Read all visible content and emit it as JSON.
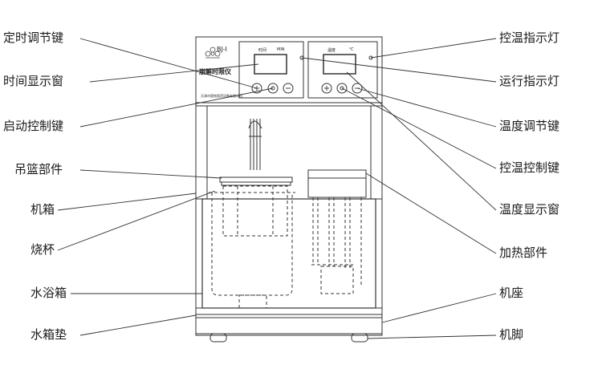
{
  "device": {
    "model": "BJ-I",
    "name": "崩解时限仪",
    "maker": "天津市国铭医药设备有限公司",
    "left_display_caption": "时间",
    "left_display_unit": "MIN",
    "right_display_caption": "温度",
    "right_display_unit": "℃"
  },
  "labels_left": [
    {
      "id": "timer-adjust-key",
      "text": "定时调节键"
    },
    {
      "id": "time-display-window",
      "text": "时间显示窗"
    },
    {
      "id": "start-control-key",
      "text": "启动控制键"
    },
    {
      "id": "basket-assembly",
      "text": "吊篮部件"
    },
    {
      "id": "cabinet",
      "text": "机箱"
    },
    {
      "id": "beaker",
      "text": "烧杯"
    },
    {
      "id": "water-bath",
      "text": "水浴箱"
    },
    {
      "id": "tank-pad",
      "text": "水箱垫"
    }
  ],
  "labels_right": [
    {
      "id": "temp-control-indicator",
      "text": "控温指示灯"
    },
    {
      "id": "run-indicator",
      "text": "运行指示灯"
    },
    {
      "id": "temp-adjust-key",
      "text": "温度调节键"
    },
    {
      "id": "temp-control-key",
      "text": "控温控制键"
    },
    {
      "id": "temp-display-window",
      "text": "温度显示窗"
    },
    {
      "id": "heating-assembly",
      "text": "加热部件"
    },
    {
      "id": "base",
      "text": "机座"
    },
    {
      "id": "feet",
      "text": "机脚"
    }
  ]
}
